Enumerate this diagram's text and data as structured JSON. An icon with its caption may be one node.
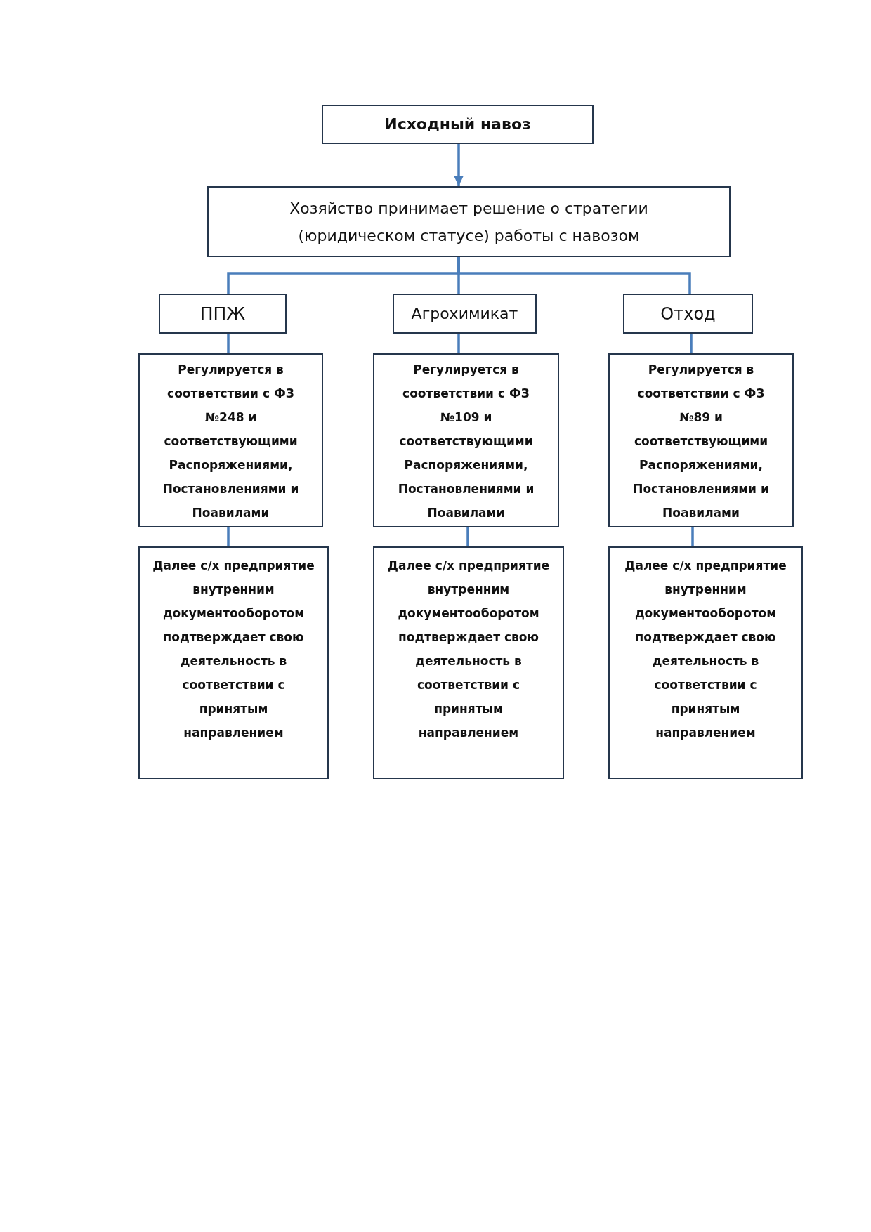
{
  "diagram": {
    "nodes": [
      {
        "text": [
          "Исходный навоз"
        ]
      },
      {
        "text": [
          "Хозяйство принимает решение о стратегии (юридическом статусе) работы с навозом"
        ]
      },
      {
        "text": [
          "ППЖ"
        ]
      },
      {
        "text": [
          "Агрохимикат"
        ]
      },
      {
        "text": [
          "Отход"
        ]
      },
      {
        "text": [
          "Регулируется в соответствии с ФЗ №248 и соответствующими Распоряжениями, Постановлениями и Поавилами"
        ]
      },
      {
        "text": [
          "Регулируется в соответствии с ФЗ №109 и соответствующими Распоряжениями, Постановлениями и Поавилами"
        ]
      },
      {
        "text": [
          "Регулируется в соответствии с ФЗ №89 и соответствующими Распоряжениями, Постановлениями и Поавилами"
        ]
      },
      {
        "text": [
          "Далее с/х предприятие внутренним документооборотом подтверждает свою деятельность в соответствии с принятым направлением"
        ]
      },
      {
        "text": [
          "Далее с/х предприятие внутренним документооборотом подтверждает свою деятельность в соответствии с принятым направлением"
        ]
      },
      {
        "text": [
          "Далее с/х предприятие внутренним документооборотом подтверждает свою деятельность в соответствии с принятым направлением"
        ]
      }
    ],
    "edges": [
      {
        "from": 0,
        "to": 1,
        "arrow": "to"
      },
      {
        "from": 1,
        "to": 2,
        "arrow": "none"
      },
      {
        "from": 1,
        "to": 3,
        "arrow": "none"
      },
      {
        "from": 1,
        "to": 4,
        "arrow": "none"
      },
      {
        "from": 2,
        "to": 5,
        "arrow": "none"
      },
      {
        "from": 3,
        "to": 6,
        "arrow": "none"
      },
      {
        "from": 4,
        "to": 7,
        "arrow": "none"
      },
      {
        "from": 5,
        "to": 8,
        "arrow": "none"
      },
      {
        "from": 6,
        "to": 9,
        "arrow": "none"
      },
      {
        "from": 7,
        "to": 10,
        "arrow": "none"
      }
    ]
  }
}
